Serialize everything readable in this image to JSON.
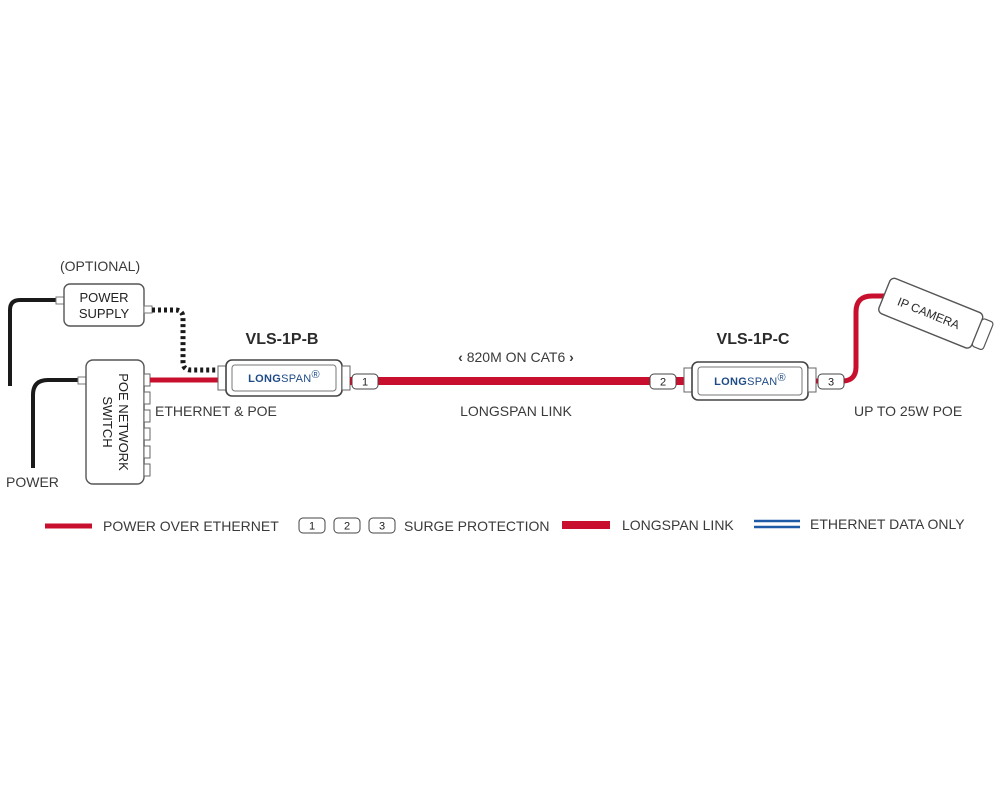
{
  "devices": {
    "optional_label": "(OPTIONAL)",
    "power_supply": [
      "POWER",
      "SUPPLY"
    ],
    "poe_switch": [
      "POE NETWORK",
      "SWITCH"
    ],
    "power_label": "POWER",
    "ip_camera": "IP CAMERA"
  },
  "extenders": {
    "left": {
      "model": "VLS-1P-B",
      "brand_a": "LONG",
      "brand_b": "SPAN",
      "reg": "®"
    },
    "right": {
      "model": "VLS-1P-C",
      "brand_a": "LONG",
      "brand_b": "SPAN",
      "reg": "®"
    }
  },
  "link": {
    "distance": "820M ON CAT6",
    "arrow_left": "‹",
    "arrow_right": "›",
    "segment_left": "ETHERNET & POE",
    "segment_mid": "LONGSPAN LINK",
    "segment_right": "UP TO 25W POE"
  },
  "surge_badges": [
    "1",
    "2",
    "3"
  ],
  "legend": {
    "poe": "POWER OVER ETHERNET",
    "surge": "SURGE PROTECTION",
    "longspan": "LONGSPAN LINK",
    "ethernet": "ETHERNET DATA ONLY"
  },
  "colors": {
    "poe_red": "#c8102e",
    "longspan_red": "#c8102e",
    "ethernet_blue": "#1f5aa6",
    "brand_blue": "#1f4b86",
    "cable_black": "#1a1a1a"
  },
  "icons": {
    "arrow_left": "chevron-left-icon",
    "arrow_right": "chevron-right-icon"
  }
}
